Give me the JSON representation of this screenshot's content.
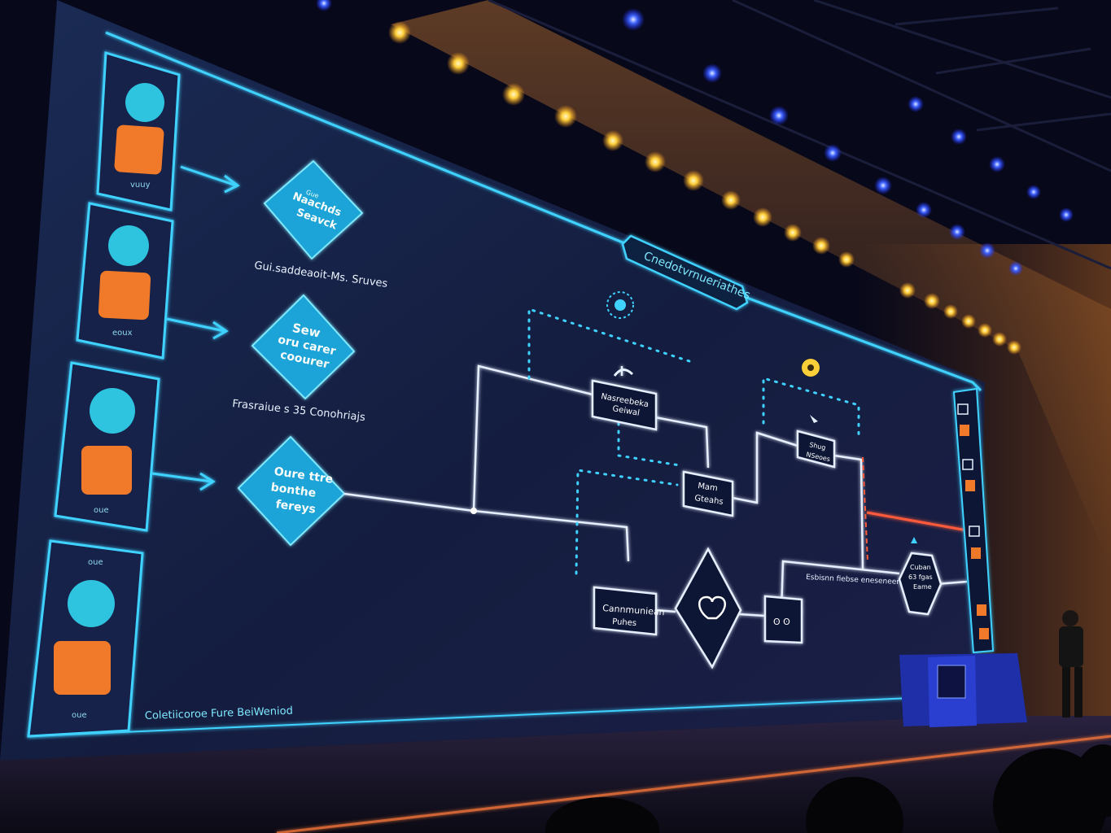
{
  "colors": {
    "screen": "#141d3f",
    "neon_cyan": "#3fd2ff",
    "diamond_fill": "#1aa3d8",
    "orange_tile": "#f07a2a",
    "line_white": "#e6efff",
    "red_line": "#ff5a3a",
    "spot_warm": "#ffcf3a",
    "spot_blue": "#2f4dff",
    "podium": "#2a3fd0"
  },
  "sidebar": {
    "cards": [
      {
        "icon_top": "fish-icon",
        "icon_bottom": "gear-cluster-icon",
        "label": "vuuy"
      },
      {
        "icon_top": "fish-icon",
        "icon_bottom": "gear-cluster-icon",
        "label": "eoux"
      },
      {
        "icon_top": "node-graph-icon",
        "icon_bottom": "rocket-icon",
        "label": "oue"
      },
      {
        "icon_top": "chip-icon",
        "icon_bottom": "cat-icon",
        "label": "oue",
        "top_label": "oue"
      }
    ]
  },
  "diamonds": [
    {
      "small": "Gue",
      "line1": "Naachds",
      "line2": "Seavck",
      "caption": "Gui.saddeaoit-Ms. Sruves"
    },
    {
      "line1": "Sew",
      "line2": "oru carer",
      "line3": "coourer",
      "caption": "Frasraiue s 35 Conohriajs"
    },
    {
      "line1": "Oure ttre",
      "line2": "bonthe",
      "line3": "fereys"
    }
  ],
  "flow": {
    "banner": "Cnedotvrnueriathes",
    "box_a_line1": "Nasreebeka",
    "box_a_line2": "Geiwal",
    "box_b_line1": "Mam",
    "box_b_line2": "Gteahs",
    "box_c_line1": "Shug",
    "box_c_line2": "NSeoes",
    "box_d_line1": "Cannmuniean",
    "box_d_line2": "Puhes",
    "box_e_label": "ʘ ʘ",
    "arrow_text": "Esbisnn fiebse eneseneeriso",
    "hex_line1": "Cuban",
    "hex_line2": "63 fgas",
    "hex_line3": "Eame",
    "footer": "Coletiicoroe Fure BeiWeniod"
  }
}
